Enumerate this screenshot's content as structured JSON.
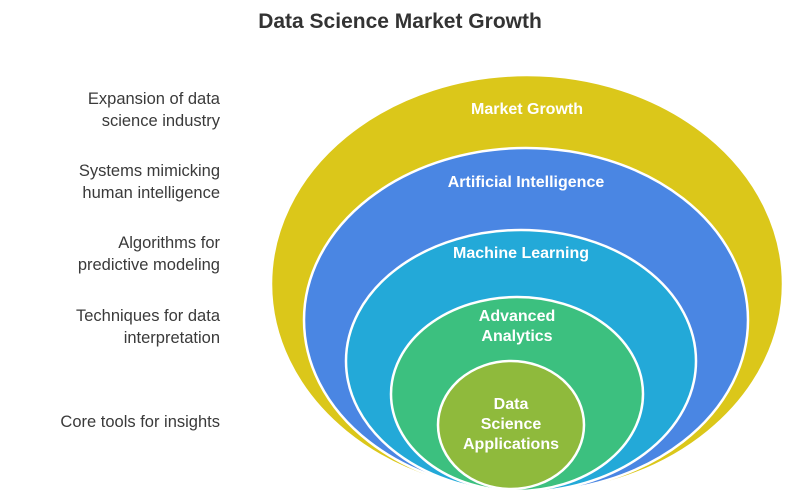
{
  "title": "Data Science Market Growth",
  "layers": [
    {
      "label": [
        "Market Growth"
      ],
      "description": "Expansion of data\nscience industry",
      "color": "#DBC71A"
    },
    {
      "label": [
        "Artificial Intelligence"
      ],
      "description": "Systems mimicking\nhuman intelligence",
      "color": "#4A86E3"
    },
    {
      "label": [
        "Machine Learning"
      ],
      "description": "Algorithms for\npredictive modeling",
      "color": "#23A9D8"
    },
    {
      "label": [
        "Advanced",
        "Analytics"
      ],
      "description": "Techniques for data\ninterpretation",
      "color": "#3CC07F"
    },
    {
      "label": [
        "Data",
        "Science",
        "Applications"
      ],
      "description": "Core tools for insights",
      "color": "#8FBA3C"
    }
  ]
}
